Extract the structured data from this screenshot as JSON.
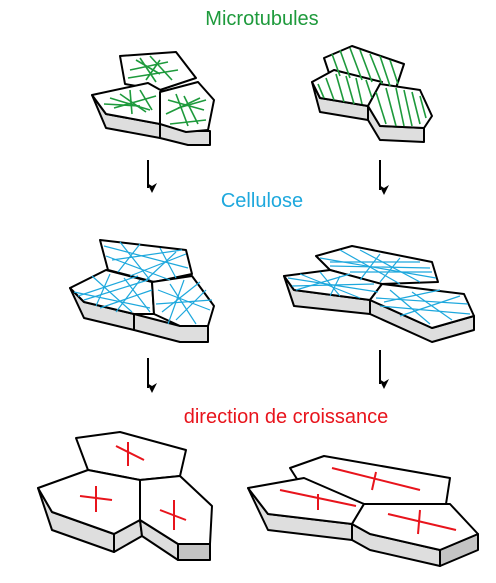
{
  "labels": {
    "microtubules": "Microtubules",
    "cellulose": "Cellulose",
    "growth_direction": "direction de croissance"
  },
  "colors": {
    "microtubules": "#1e9a3c",
    "cellulose": "#1ea8dd",
    "growth_direction": "#e8141c",
    "outline": "#000000",
    "cell_side": "#dedede"
  }
}
